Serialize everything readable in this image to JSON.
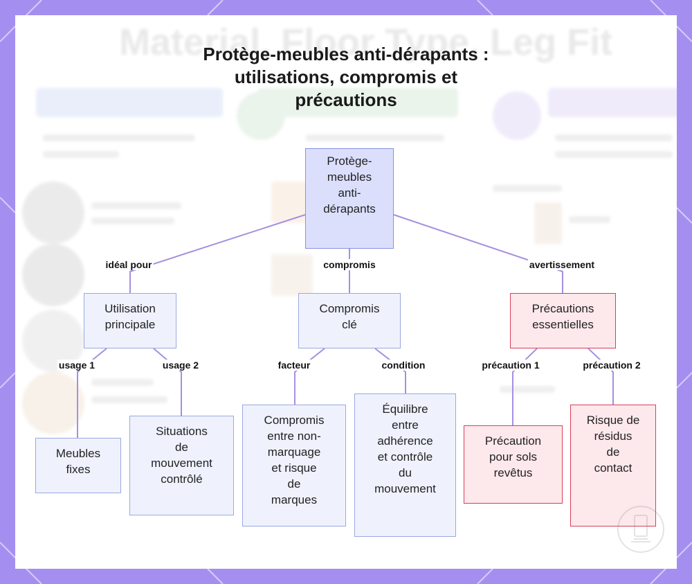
{
  "title_lines": [
    "Protège-meubles anti-dérapants :",
    "utilisations, compromis et",
    "précautions"
  ],
  "background_text": "Material, Floor Type, Leg Fit",
  "nodes": {
    "root": [
      "Protège-",
      "meubles",
      "anti-",
      "dérapants"
    ],
    "usage": [
      "Utilisation",
      "principale"
    ],
    "tradeoff": [
      "Compromis",
      "clé"
    ],
    "precautions": [
      "Précautions",
      "essentielles"
    ],
    "fixed_furniture": [
      "Meubles",
      "fixes"
    ],
    "controlled_movement": [
      "Situations",
      "de",
      "mouvement",
      "contrôlé"
    ],
    "nonmarking_tradeoff": [
      "Compromis",
      "entre non-",
      "marquage",
      "et risque",
      "de",
      "marques"
    ],
    "grip_balance": [
      "Équilibre",
      "entre",
      "adhérence",
      "et contrôle",
      "du",
      "mouvement"
    ],
    "coated_floors": [
      "Précaution",
      "pour sols",
      "revêtus"
    ],
    "residue_risk": [
      "Risque de",
      "résidus",
      "de",
      "contact"
    ]
  },
  "edge_labels": {
    "ideal_for": "idéal pour",
    "tradeoff": "compromis",
    "warning": "avertissement",
    "use_1": "usage 1",
    "use_2": "usage 2",
    "factor": "facteur",
    "condition": "condition",
    "precaution_1": "précaution 1",
    "precaution_2": "précaution 2"
  },
  "colors": {
    "frame": "#a48ff0",
    "connector": "#a58fe0",
    "node_fill": "#eff2fd",
    "node_border": "#9aa8e0",
    "root_fill": "#dcdffc",
    "warn_fill": "#fde8ec",
    "warn_border": "#d63f59"
  }
}
